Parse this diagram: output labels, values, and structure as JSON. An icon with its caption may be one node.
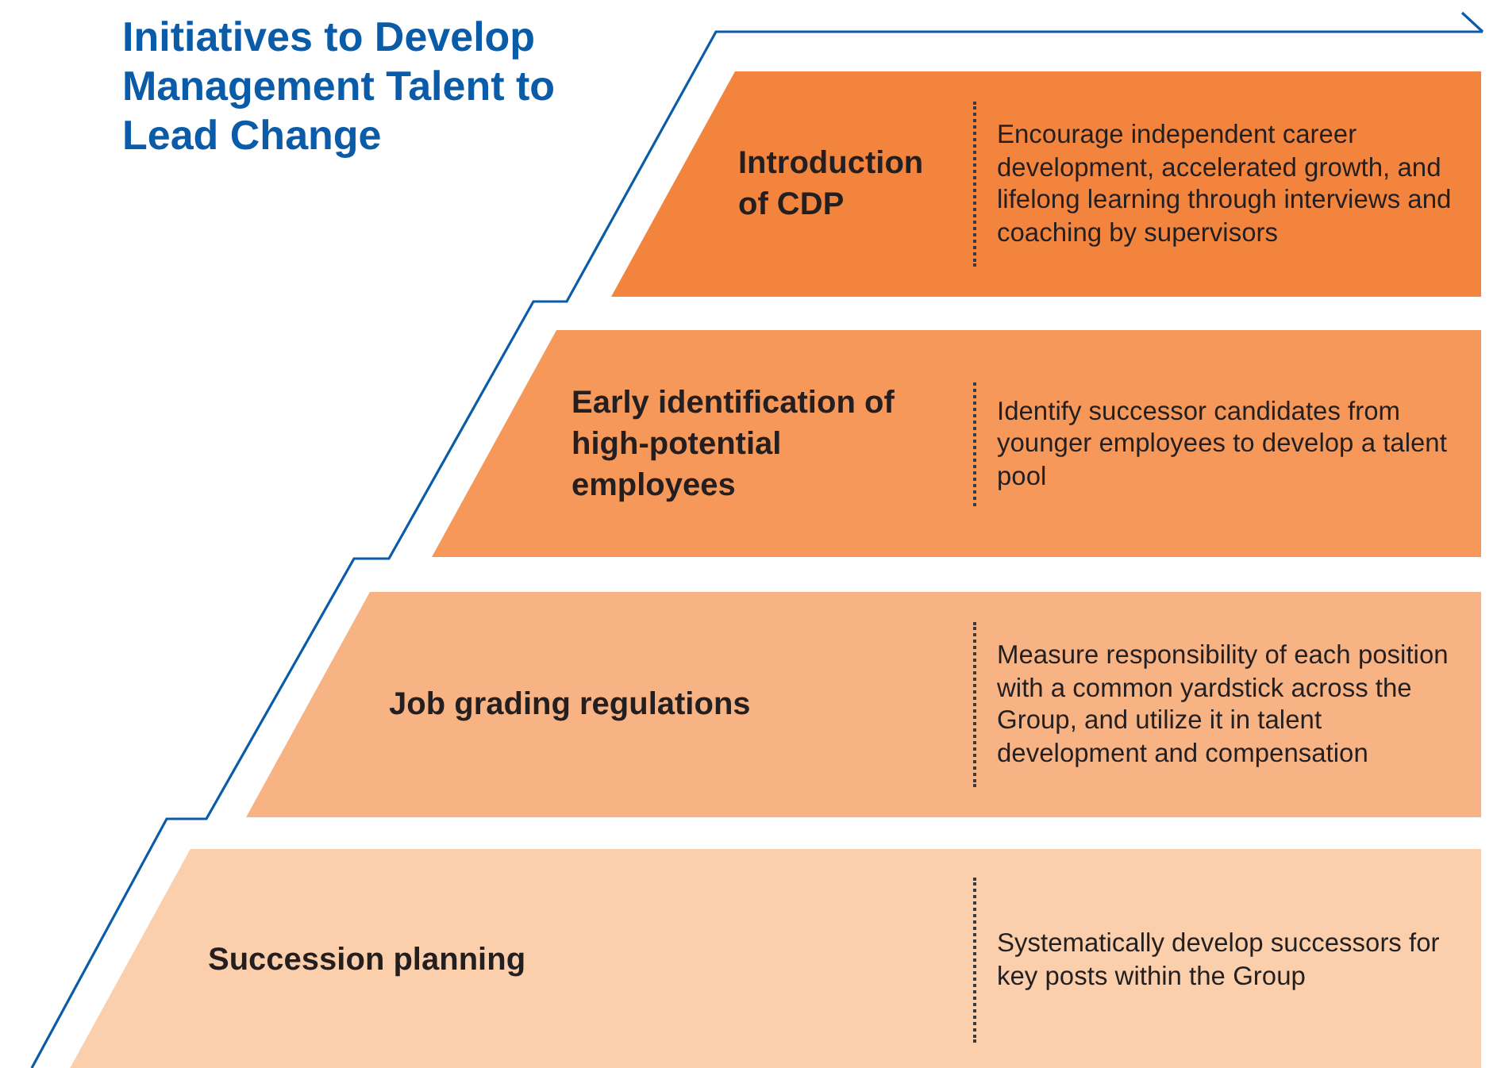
{
  "diagram": {
    "title": "Initiatives to Develop Management Talent to Lead Change",
    "nodes": [
      {
        "text": [
          "Introduction of CDP",
          "Encourage independent career development, accelerated growth, and lifelong learning through interviews and coaching by supervisors"
        ]
      },
      {
        "text": [
          "Early identification of high-potential employees",
          "Identify successor candidates from younger employees to develop a talent pool"
        ]
      },
      {
        "text": [
          "Job grading regulations",
          "Measure responsibility of each position with a common yardstick across the Group, and utilize it in talent development and compensation"
        ]
      },
      {
        "text": [
          "Succession planning",
          "Systematically develop successors for key posts within the Group"
        ]
      }
    ]
  }
}
